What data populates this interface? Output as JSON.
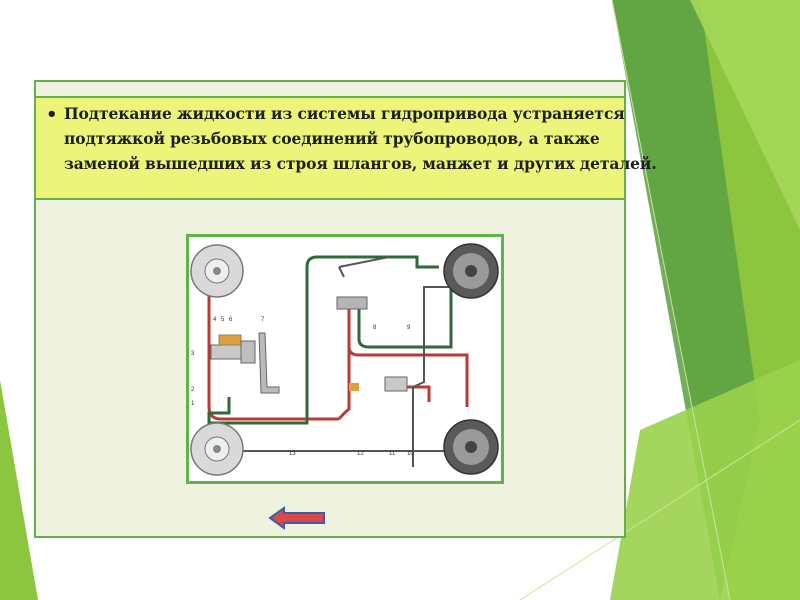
{
  "slide": {
    "bullet": "•",
    "text_lines": [
      "Подтекание жидкости из системы гидропривода устраняется",
      "подтяжкой резьбовых соединений трубопроводов, а также",
      "заменой вышедших из строя шлангов, манжет и других деталей."
    ]
  },
  "diagram": {
    "labels": [
      "4",
      "5",
      "6",
      "7",
      "3",
      "2",
      "1",
      "8",
      "9",
      "13",
      "12",
      "11",
      "10"
    ],
    "line_colors": {
      "red": "#b83a32",
      "green": "#2f6a3a",
      "gray": "#555555"
    }
  },
  "colors": {
    "panel_border": "#63b04a",
    "text_box": "#ecf57a",
    "panel_bg": "#eef2df",
    "arrow_fill": "#d64a4a",
    "arrow_stroke": "#3a5ea8"
  },
  "icons": {
    "back": "left-arrow-icon"
  }
}
